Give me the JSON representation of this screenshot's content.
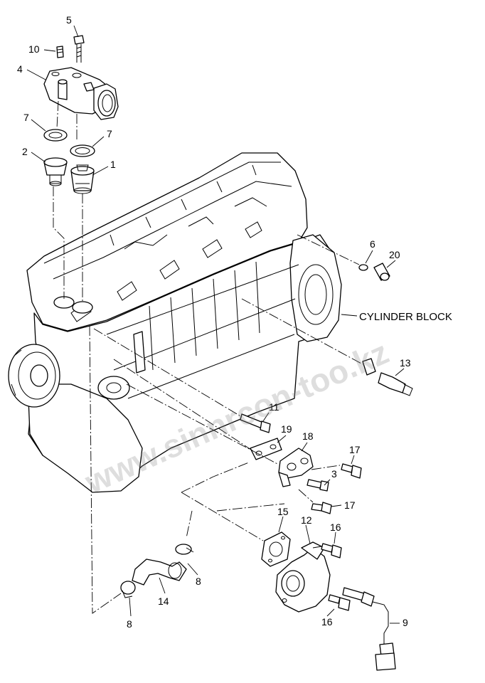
{
  "callouts": {
    "c1": "1",
    "c2": "2",
    "c3": "3",
    "c4": "4",
    "c5": "5",
    "c6": "6",
    "c7a": "7",
    "c7b": "7",
    "c8a": "8",
    "c8b": "8",
    "c9": "9",
    "c10": "10",
    "c11": "11",
    "c12": "12",
    "c13": "13",
    "c14": "14",
    "c15": "15",
    "c16a": "16",
    "c16b": "16",
    "c17a": "17",
    "c17b": "17",
    "c18": "18",
    "c19": "19",
    "c20": "20"
  },
  "labels": {
    "cylinder_block": "CYLINDER BLOCK"
  },
  "watermark": "www.sinnrcon-too.kz",
  "colors": {
    "ink": "#000000",
    "paper": "#ffffff",
    "watermark": "#888888"
  }
}
